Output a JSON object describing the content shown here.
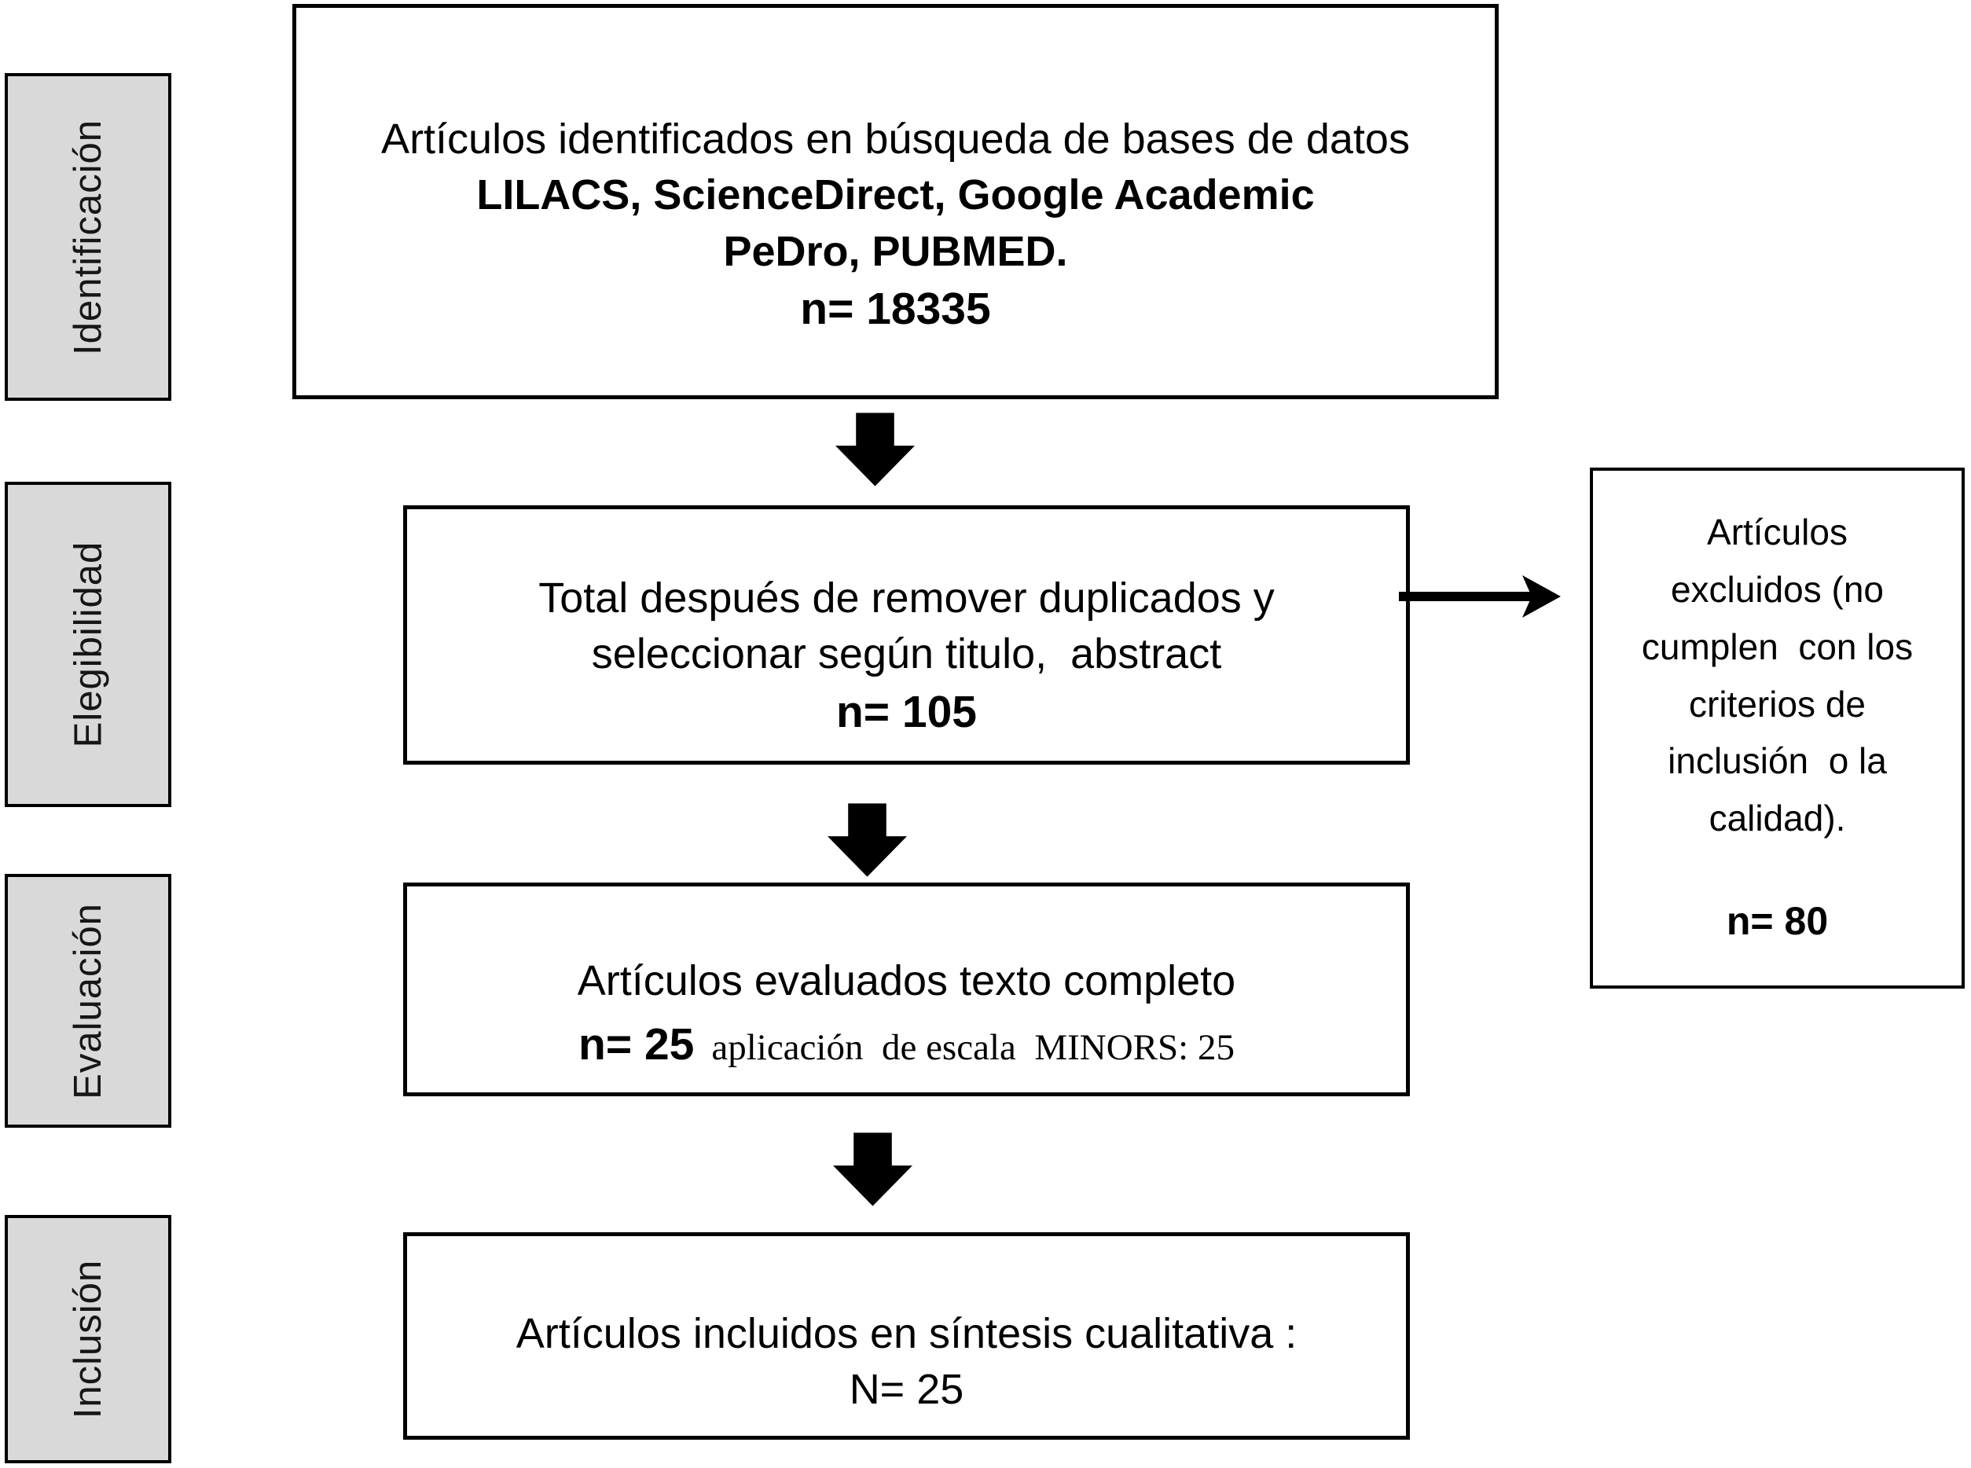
{
  "diagram": {
    "stages": [
      {
        "label": "Identificación"
      },
      {
        "label": "Elegibilidad"
      },
      {
        "label": "Evaluación"
      },
      {
        "label": "Inclusión"
      }
    ],
    "identified_box": {
      "line1": "Artículos identificados en búsqueda de bases de datos",
      "line2": "LILACS, ScienceDirect, Google Academic",
      "line3": "PeDro, PUBMED.",
      "count": "n= 18335"
    },
    "screened_box": {
      "line1": "Total después de remover duplicados y",
      "line2": "seleccionar según titulo,  abstract",
      "count": "n= 105"
    },
    "evaluated_box": {
      "line1": "Artículos evaluados texto completo",
      "count": "n= 25",
      "note": "aplicación  de escala  MINORS: 25"
    },
    "included_box": {
      "line1": "Artículos incluidos en síntesis cualitativa :",
      "count": "N= 25"
    },
    "excluded_box": {
      "lines": [
        "Artículos",
        "excluidos (no",
        "cumplen  con los",
        "criterios de",
        "inclusión  o la",
        "calidad)."
      ],
      "count": "n= 80"
    },
    "colors": {
      "stage_fill": "#d9d9d9",
      "line": "#000000",
      "background": "#ffffff"
    }
  }
}
